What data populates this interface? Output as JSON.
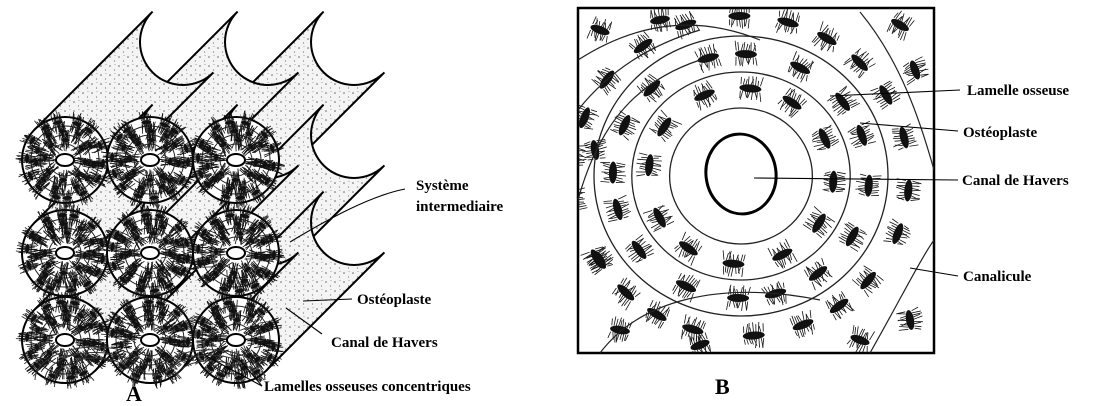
{
  "panel_a": {
    "letter": "A",
    "labels": {
      "systeme_line1": "Système",
      "systeme_line2": "intermediaire",
      "osteoplaste": "Ostéoplaste",
      "canal_havers": "Canal de Havers",
      "lamelles": "Lamelles osseuses concentriques"
    }
  },
  "panel_b": {
    "letter": "B",
    "labels": {
      "lamelle_osseuse": "Lamelle osseuse",
      "osteoplaste": "Ostéoplaste",
      "canal_havers": "Canal de Havers",
      "canalicule": "Canalicule"
    }
  }
}
